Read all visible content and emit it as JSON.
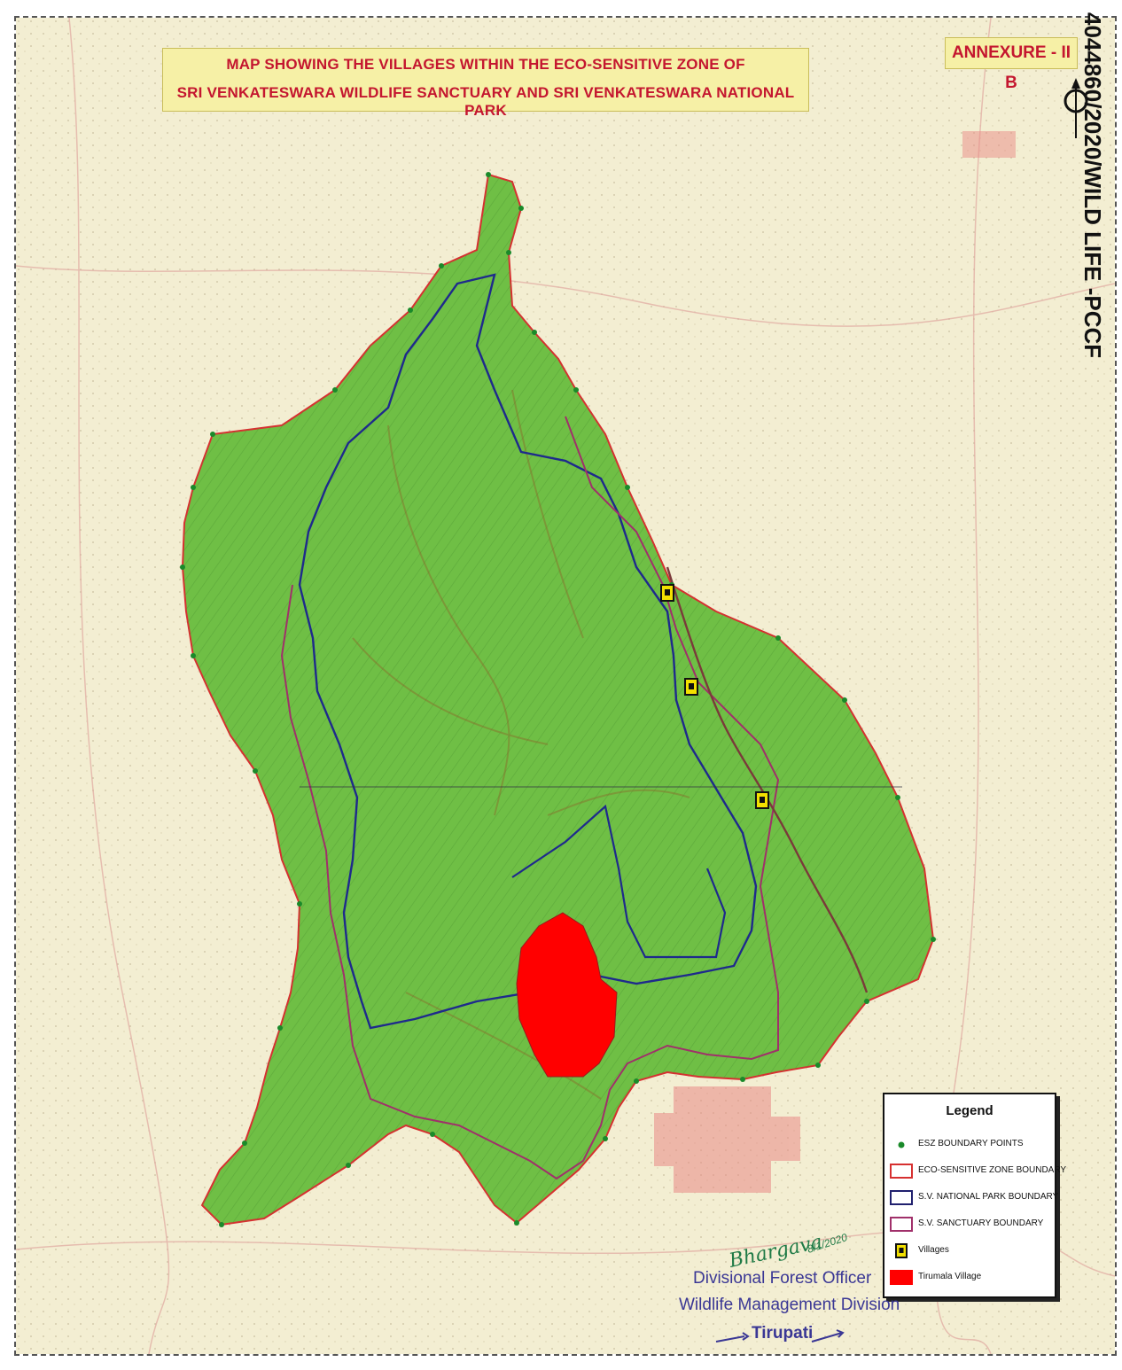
{
  "map": {
    "title_line1": "MAP SHOWING THE VILLAGES WITHIN THE ECO-SENSITIVE ZONE OF",
    "title_line2": "SRI VENKATESWARA WILDLIFE SANCTUARY AND SRI VENKATESWARA NATIONAL PARK",
    "annexure": "ANNEXURE - II B",
    "file_reference": "4044860/2020/WILD LIFE -PCCF"
  },
  "legend": {
    "title": "Legend",
    "items": [
      {
        "label": "ESZ BOUNDARY POINTS",
        "symbol": "green-dot",
        "color": "#1a8a2a"
      },
      {
        "label": "ECO-SENSITIVE ZONE BOUNDARY",
        "symbol": "outline-box",
        "color": "#d63030"
      },
      {
        "label": "S.V. NATIONAL PARK BOUNDARY",
        "symbol": "outline-box",
        "color": "#20206e"
      },
      {
        "label": "S.V. SANCTUARY BOUNDARY",
        "symbol": "outline-box",
        "color": "#a0306a"
      },
      {
        "label": "Villages",
        "symbol": "village-marker",
        "color": "#f3e000"
      },
      {
        "label": "Tirumala Village",
        "symbol": "filled-box",
        "color": "#ff0000"
      }
    ]
  },
  "signature": {
    "scribble": "Bhargava",
    "date": "8/1/2020",
    "line1": "Divisional Forest Officer",
    "line2": "Wildlife Management Division",
    "line3": "Tirupati"
  },
  "colors": {
    "forest": "#6fbf45",
    "forest_dark": "#4f9a33",
    "esz_boundary": "#d63030",
    "park_boundary": "#1e2a8c",
    "sanctuary_boundary": "#a0306a",
    "tirumala": "#ff0000",
    "title_text": "#c4162f",
    "title_bg": "#f6f0a6",
    "village": "#f3e000"
  },
  "villages_marked": 3
}
